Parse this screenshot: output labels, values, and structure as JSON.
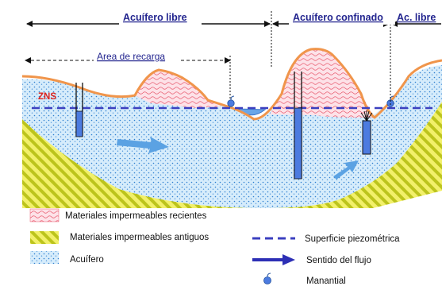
{
  "header": {
    "libre": "Acuífero libre",
    "confinado": "Acuífero confinado",
    "ac_libre": "Ac. libre",
    "recarga": "Area de recarga"
  },
  "labels": {
    "zns": "ZNS"
  },
  "legend": {
    "left": [
      {
        "label": "Materiales impermeables recientes"
      },
      {
        "label": "Materiales impermeables antiguos"
      },
      {
        "label": "Acuífero"
      }
    ],
    "right": [
      {
        "label": "Superficie piezométrica"
      },
      {
        "label": "Sentido del flujo"
      },
      {
        "label": "Manantial"
      }
    ]
  },
  "colors": {
    "aquifer_fill": "#d6ecfb",
    "aquifer_dots": "#2f7fd0",
    "recent_fill": "#fde2e8",
    "recent_wave": "#e8586c",
    "ground_line": "#f0954b",
    "ancient_fill": "#f2f06a",
    "ancient_stripe": "#bcc41c",
    "piezometric": "#3b3fbf",
    "flow_arrow": "#5ba2e3",
    "well": "#4c7be0",
    "header_text": "#23258f",
    "zns_text": "#e0231c"
  }
}
